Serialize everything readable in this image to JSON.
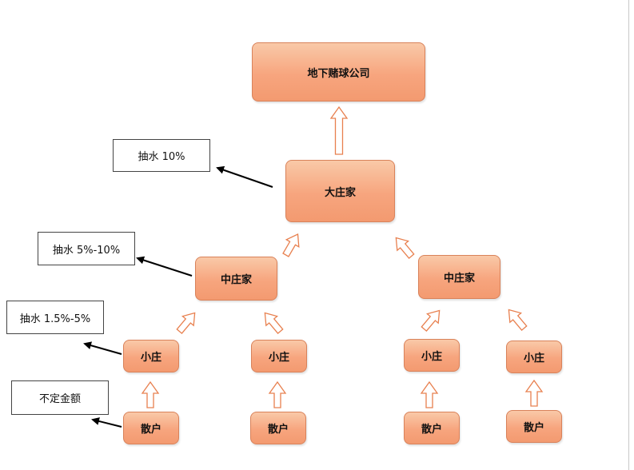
{
  "nodes": {
    "top_company": "地下赌球公司",
    "big_banker": "大庄家",
    "mid_banker_left": "中庄家",
    "mid_banker_right": "中庄家",
    "small_banker_1": "小庄",
    "small_banker_2": "小庄",
    "small_banker_3": "小庄",
    "small_banker_4": "小庄",
    "retail_1": "散户",
    "retail_2": "散户",
    "retail_3": "散户",
    "retail_4": "散户"
  },
  "labels": {
    "big_commission": "抽水 10%",
    "mid_commission": "抽水 5%-10%",
    "small_commission": "抽水 1.5%-5%",
    "retail_amount": "不定金额"
  },
  "colors": {
    "node_fill_top": "#f9c9a8",
    "node_fill_bottom": "#f39a70",
    "node_border": "#d9825a",
    "arrow_outline": "#e8804f"
  }
}
